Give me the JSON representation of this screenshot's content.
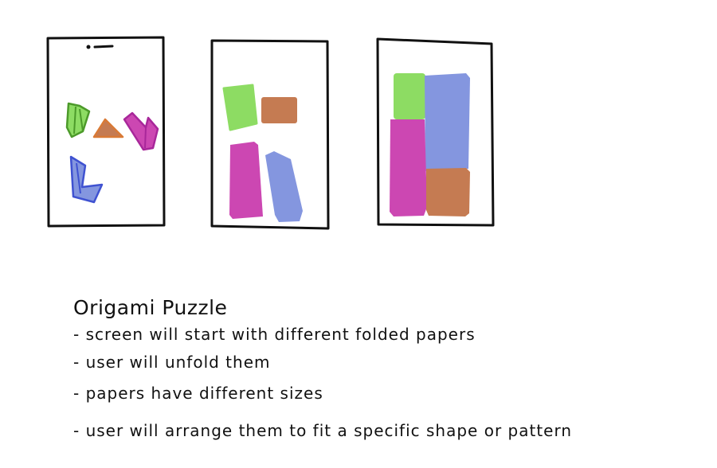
{
  "notes": {
    "title": "Origami Puzzle",
    "bullets": [
      "- screen will start with different folded papers",
      "- user will unfold them",
      "- papers have different sizes",
      "- user will arrange them to fit a specific shape or pattern"
    ]
  },
  "colors": {
    "outline": "#111111",
    "green": "#8ddc63",
    "green_stroke": "#4c9a2a",
    "orange": "#c57b52",
    "orange_stroke": "#d97a36",
    "magenta": "#cc47b2",
    "magenta_stroke": "#a8279a",
    "blue": "#8496df",
    "blue_stroke": "#3f52d1"
  },
  "screens": [
    {
      "label": "",
      "state": "folded papers"
    },
    {
      "label": "",
      "state": "unfolded papers"
    },
    {
      "label": "",
      "state": "arranged into pattern"
    }
  ]
}
